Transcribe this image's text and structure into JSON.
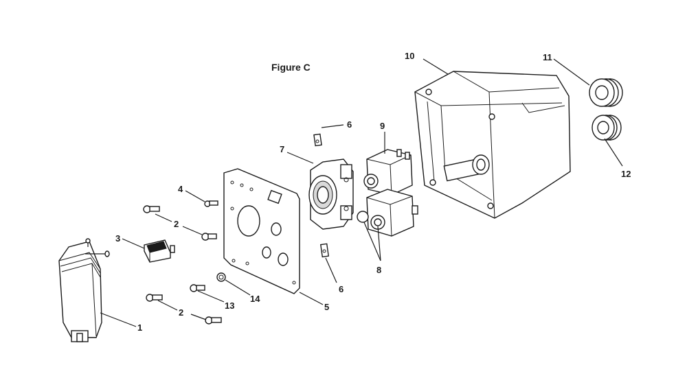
{
  "figure_title": "Figure C",
  "callouts": {
    "c1": "1",
    "c2a": "2",
    "c2b": "2",
    "c3": "3",
    "c4": "4",
    "c5": "5",
    "c6a": "6",
    "c6b": "6",
    "c7": "7",
    "c8": "8",
    "c9": "9",
    "c10": "10",
    "c11": "11",
    "c12": "12",
    "c13": "13",
    "c14": "14"
  }
}
